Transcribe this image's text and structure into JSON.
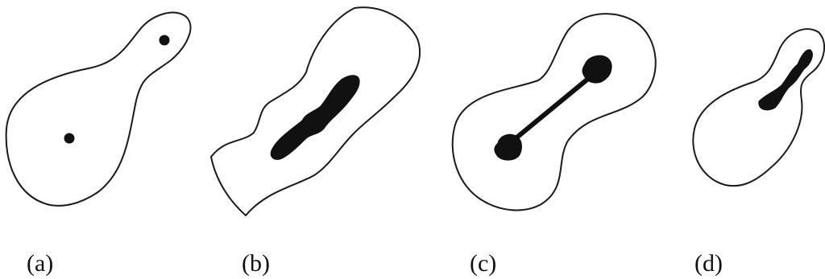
{
  "panels": [
    {
      "label": "(a)"
    },
    {
      "label": "(b)"
    },
    {
      "label": "(c)"
    },
    {
      "label": "(d)"
    }
  ],
  "colors": {
    "ink": "#111111",
    "background": "#ffffff"
  }
}
